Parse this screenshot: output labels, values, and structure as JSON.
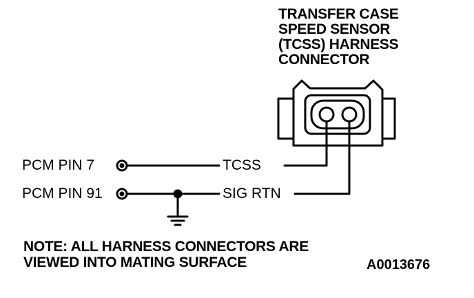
{
  "connector": {
    "title_lines": [
      "TRANSFER CASE",
      "SPEED SENSOR",
      "(TCSS) HARNESS",
      "CONNECTOR"
    ]
  },
  "circuits": [
    {
      "pin_label": "PCM PIN 7",
      "signal_label": "TCSS"
    },
    {
      "pin_label": "PCM PIN 91",
      "signal_label": "SIG RTN"
    }
  ],
  "note": {
    "lines": [
      "NOTE: ALL HARNESS CONNECTORS ARE",
      "VIEWED INTO MATING SURFACE"
    ]
  },
  "figure_id": "A0013676",
  "colors": {
    "ink": "#000000",
    "paper": "#ffffff"
  }
}
